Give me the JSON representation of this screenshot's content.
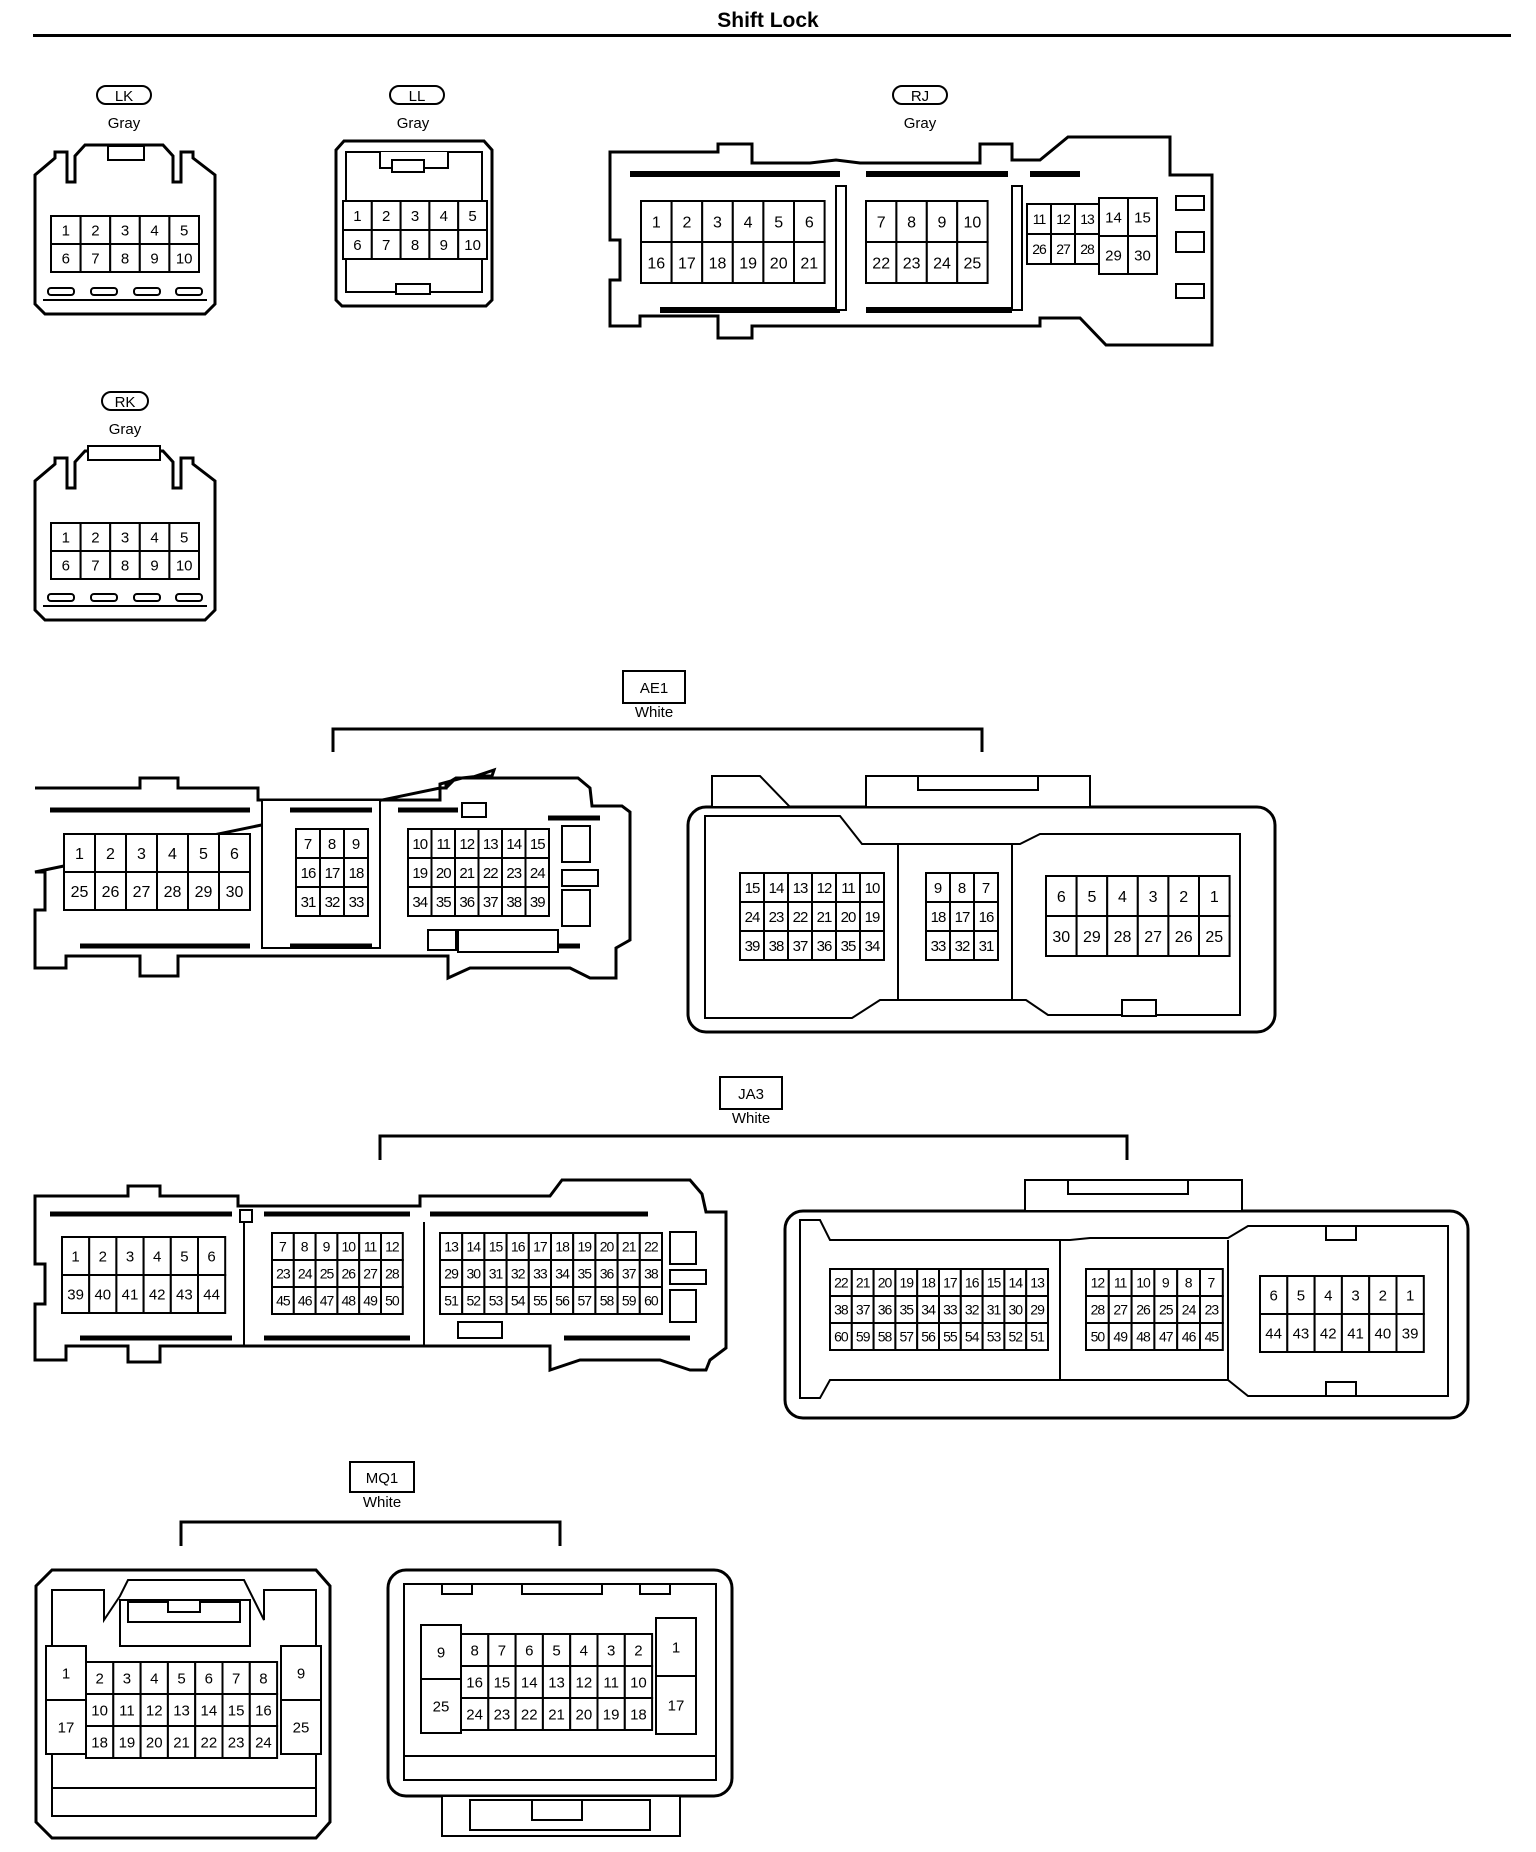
{
  "title": "Shift Lock",
  "connectors": [
    {
      "id": "lk",
      "code": "LK",
      "color": "Gray",
      "rows": [
        [
          "1",
          "2",
          "3",
          "4",
          "5"
        ],
        [
          "6",
          "7",
          "8",
          "9",
          "10"
        ]
      ]
    },
    {
      "id": "ll",
      "code": "LL",
      "color": "Gray",
      "rows": [
        [
          "1",
          "2",
          "3",
          "4",
          "5"
        ],
        [
          "6",
          "7",
          "8",
          "9",
          "10"
        ]
      ]
    },
    {
      "id": "rj",
      "code": "RJ",
      "color": "Gray",
      "groups": [
        [
          [
            "1",
            "2",
            "3",
            "4",
            "5",
            "6"
          ],
          [
            "16",
            "17",
            "18",
            "19",
            "20",
            "21"
          ]
        ],
        [
          [
            "7",
            "8",
            "9",
            "10"
          ],
          [
            "22",
            "23",
            "24",
            "25"
          ]
        ],
        [
          [
            "11",
            "12",
            "13"
          ],
          [
            "26",
            "27",
            "28"
          ]
        ],
        [
          [
            "14",
            "15"
          ],
          [
            "29",
            "30"
          ]
        ]
      ]
    },
    {
      "id": "rk",
      "code": "RK",
      "color": "Gray",
      "rows": [
        [
          "1",
          "2",
          "3",
          "4",
          "5"
        ],
        [
          "6",
          "7",
          "8",
          "9",
          "10"
        ]
      ]
    },
    {
      "id": "ae1",
      "code": "AE1",
      "color": "White",
      "male": [
        [
          [
            "1",
            "2",
            "3",
            "4",
            "5",
            "6"
          ],
          [
            "25",
            "26",
            "27",
            "28",
            "29",
            "30"
          ]
        ],
        [
          [
            "7",
            "8",
            "9"
          ],
          [
            "16",
            "17",
            "18"
          ],
          [
            "31",
            "32",
            "33"
          ]
        ],
        [
          [
            "10",
            "11",
            "12",
            "13",
            "14",
            "15"
          ],
          [
            "19",
            "20",
            "21",
            "22",
            "23",
            "24"
          ],
          [
            "34",
            "35",
            "36",
            "37",
            "38",
            "39"
          ]
        ]
      ],
      "female": [
        [
          [
            "15",
            "14",
            "13",
            "12",
            "11",
            "10"
          ],
          [
            "24",
            "23",
            "22",
            "21",
            "20",
            "19"
          ],
          [
            "39",
            "38",
            "37",
            "36",
            "35",
            "34"
          ]
        ],
        [
          [
            "9",
            "8",
            "7"
          ],
          [
            "18",
            "17",
            "16"
          ],
          [
            "33",
            "32",
            "31"
          ]
        ],
        [
          [
            "6",
            "5",
            "4",
            "3",
            "2",
            "1"
          ],
          [
            "30",
            "29",
            "28",
            "27",
            "26",
            "25"
          ]
        ]
      ]
    },
    {
      "id": "ja3",
      "code": "JA3",
      "color": "White",
      "male": [
        [
          [
            "1",
            "2",
            "3",
            "4",
            "5",
            "6"
          ],
          [
            "39",
            "40",
            "41",
            "42",
            "43",
            "44"
          ]
        ],
        [
          [
            "7",
            "8",
            "9",
            "10",
            "11",
            "12"
          ],
          [
            "23",
            "24",
            "25",
            "26",
            "27",
            "28"
          ],
          [
            "45",
            "46",
            "47",
            "48",
            "49",
            "50"
          ]
        ],
        [
          [
            "13",
            "14",
            "15",
            "16",
            "17",
            "18",
            "19",
            "20",
            "21",
            "22"
          ],
          [
            "29",
            "30",
            "31",
            "32",
            "33",
            "34",
            "35",
            "36",
            "37",
            "38"
          ],
          [
            "51",
            "52",
            "53",
            "54",
            "55",
            "56",
            "57",
            "58",
            "59",
            "60"
          ]
        ]
      ],
      "female": [
        [
          [
            "22",
            "21",
            "20",
            "19",
            "18",
            "17",
            "16",
            "15",
            "14",
            "13"
          ],
          [
            "38",
            "37",
            "36",
            "35",
            "34",
            "33",
            "32",
            "31",
            "30",
            "29"
          ],
          [
            "60",
            "59",
            "58",
            "57",
            "56",
            "55",
            "54",
            "53",
            "52",
            "51"
          ]
        ],
        [
          [
            "12",
            "11",
            "10",
            "9",
            "8",
            "7"
          ],
          [
            "28",
            "27",
            "26",
            "25",
            "24",
            "23"
          ],
          [
            "50",
            "49",
            "48",
            "47",
            "46",
            "45"
          ]
        ],
        [
          [
            "6",
            "5",
            "4",
            "3",
            "2",
            "1"
          ],
          [
            "44",
            "43",
            "42",
            "41",
            "40",
            "39"
          ]
        ]
      ]
    },
    {
      "id": "mq1",
      "code": "MQ1",
      "color": "White",
      "male": {
        "left": [
          "1",
          "17"
        ],
        "right": [
          "9",
          "25"
        ],
        "center": [
          [
            "2",
            "3",
            "4",
            "5",
            "6",
            "7",
            "8"
          ],
          [
            "10",
            "11",
            "12",
            "13",
            "14",
            "15",
            "16"
          ],
          [
            "18",
            "19",
            "20",
            "21",
            "22",
            "23",
            "24"
          ]
        ]
      },
      "female": {
        "left": [
          "9",
          "25"
        ],
        "right": [
          "1",
          "17"
        ],
        "center": [
          [
            "8",
            "7",
            "6",
            "5",
            "4",
            "3",
            "2"
          ],
          [
            "16",
            "15",
            "14",
            "13",
            "12",
            "11",
            "10"
          ],
          [
            "24",
            "23",
            "22",
            "21",
            "20",
            "19",
            "18"
          ]
        ]
      }
    }
  ]
}
